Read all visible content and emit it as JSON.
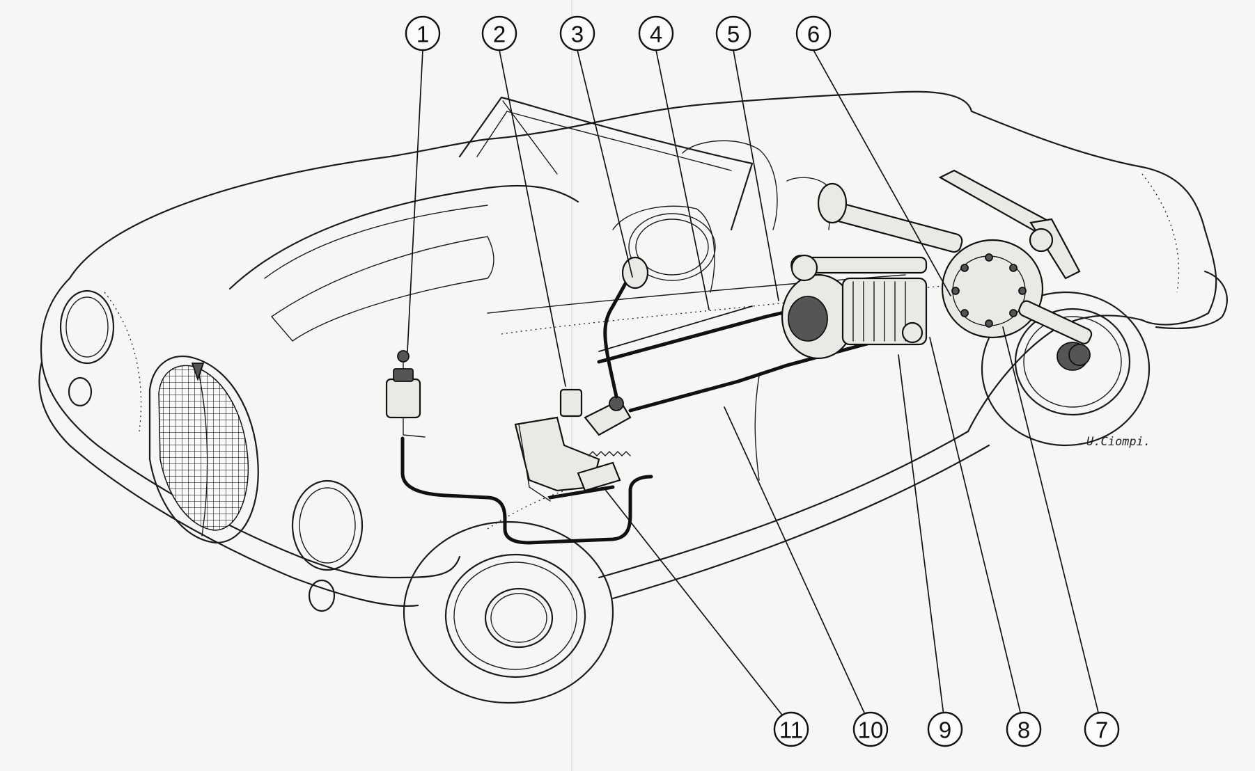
{
  "callouts": [
    {
      "id": 1,
      "label": "1"
    },
    {
      "id": 2,
      "label": "2"
    },
    {
      "id": 3,
      "label": "3"
    },
    {
      "id": 4,
      "label": "4"
    },
    {
      "id": 5,
      "label": "5"
    },
    {
      "id": 6,
      "label": "6"
    },
    {
      "id": 7,
      "label": "7"
    },
    {
      "id": 8,
      "label": "8"
    },
    {
      "id": 9,
      "label": "9"
    },
    {
      "id": 10,
      "label": "10"
    },
    {
      "id": 11,
      "label": "11"
    }
  ],
  "signature": "U.Ciompi."
}
